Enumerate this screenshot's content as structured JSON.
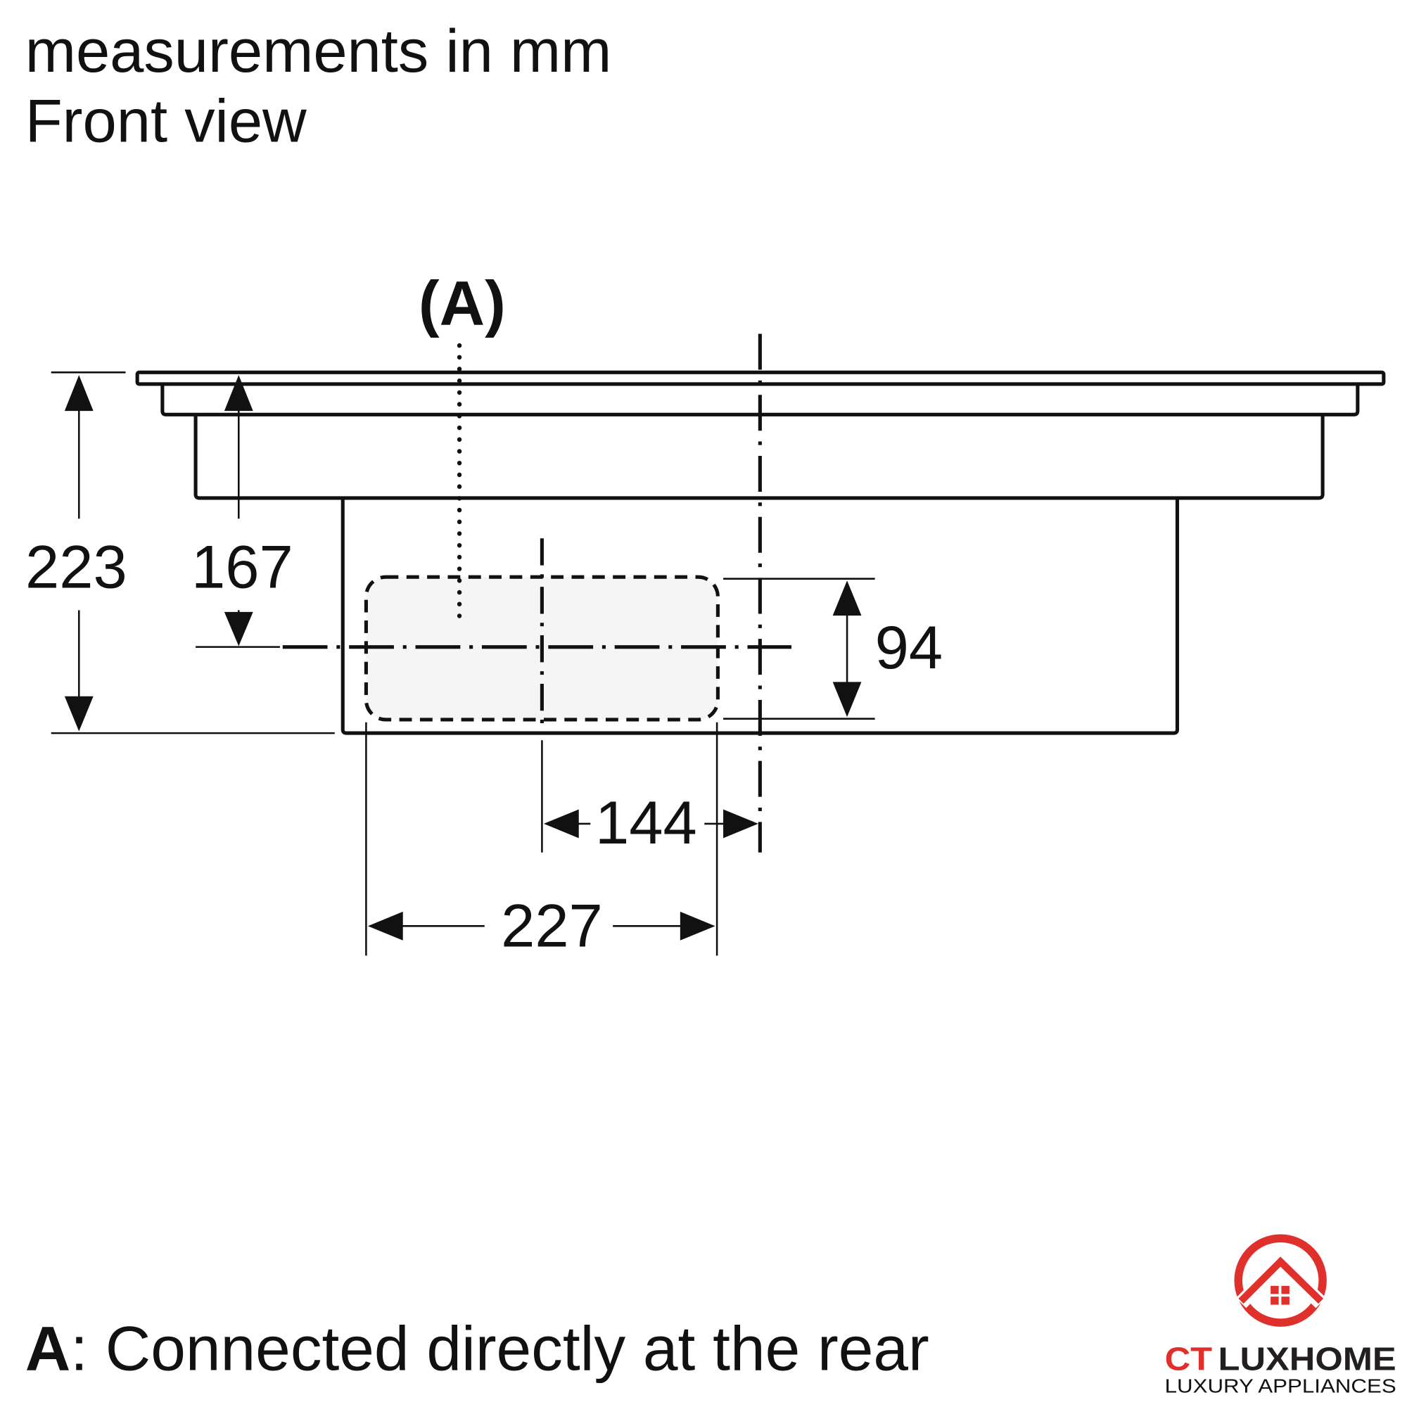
{
  "header": {
    "units": "measurements in mm",
    "view": "Front view"
  },
  "diagram": {
    "marker_label": "(A)",
    "dimensions": {
      "total_height": "223",
      "centerline_height": "167",
      "connector_height": "94",
      "offset_width": "144",
      "connector_width": "227"
    }
  },
  "legend": {
    "key": "A",
    "separator": ":",
    "text": " Connected directly at the rear"
  },
  "logo": {
    "brand_part1": "CT",
    "brand_part2": "LUXHOME",
    "tagline": "LUXURY APPLIANCES",
    "colors": {
      "red": "#e0302b",
      "dark": "#231f20"
    }
  }
}
